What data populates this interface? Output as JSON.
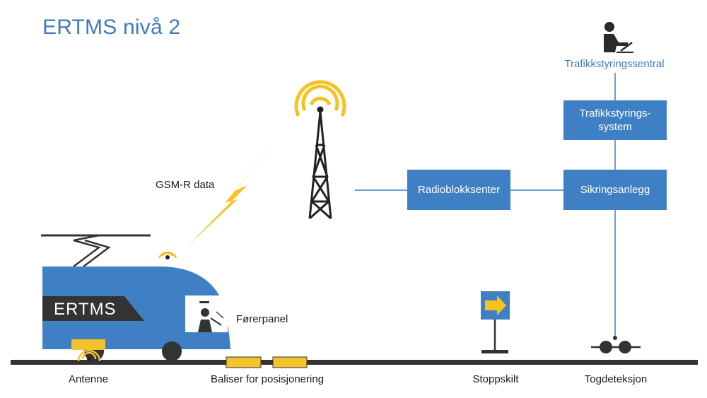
{
  "title": "ERTMS nivå 2",
  "gsm_label": "GSM-R data",
  "train_label": "ERTMS",
  "driver_panel_label": "Førerpanel",
  "antenna_label": "Antenne",
  "balises_label": "Baliser for posisjonering",
  "stop_sign_label": "Stoppskilt",
  "train_detection_label": "Togdeteksjon",
  "control_center_label": "Trafikkstyringssentral",
  "boxes": {
    "radio_block_center": "Radioblokksenter",
    "traffic_control_system_line1": "Trafikkstyrings-",
    "traffic_control_system_line2": "system",
    "interlocking": "Sikringsanlegg"
  },
  "colors": {
    "accent_blue": "#3f7fc4",
    "title_blue": "#3d7bbf",
    "signal_yellow": "#f7c21f",
    "balise_yellow": "#f3c22c",
    "track_dark": "#333333"
  },
  "icons": [
    "mast-icon",
    "signal-wave-icon",
    "lightning-icon",
    "operator-icon",
    "driver-icon",
    "stop-sign-arrow-icon",
    "axle-detector-icon"
  ]
}
